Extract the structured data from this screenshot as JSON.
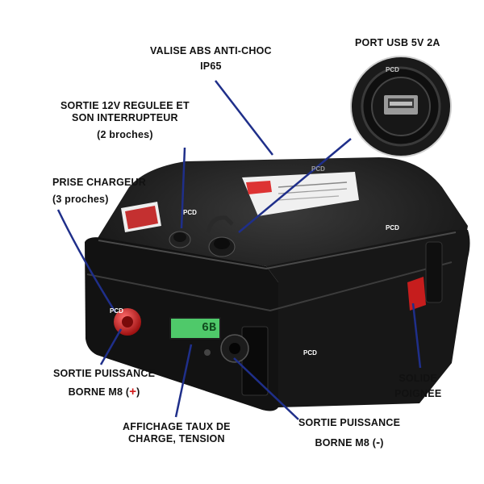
{
  "labels": {
    "case": {
      "line1": "VALISE ABS ANTI-CHOC",
      "line2": "IP65"
    },
    "usb": "PORT USB 5V 2A",
    "output12v": {
      "line1": "SORTIE 12V REGULEE ET",
      "line2": "SON INTERRUPTEUR",
      "line3": "(2 broches)"
    },
    "charger": {
      "line1": "PRISE CHARGEUR",
      "line2": "(3 proches)"
    },
    "power_plus": {
      "line1": "SORTIE PUISSANCE",
      "line2": "BORNE M8 (",
      "sign": "+",
      "close": ")"
    },
    "display": {
      "line1": "AFFICHAGE TAUX DE",
      "line2": "CHARGE, TENSION"
    },
    "power_minus": {
      "line1": "SORTIE PUISSANCE",
      "line2": "BORNE M8 (",
      "sign": "-",
      "close": ")"
    },
    "handle": {
      "line1": "SOLIDE",
      "line2": "POIGNEE"
    }
  },
  "watermarks": [
    "PCD",
    "PCD",
    "PCD",
    "PCD",
    "PCD",
    "PCD"
  ],
  "lcd_text": "6B",
  "colors": {
    "case": "#141414",
    "red_terminal": "#c61d1d",
    "lcd": "#4fc96a",
    "pointer": "#1f2f8a"
  }
}
